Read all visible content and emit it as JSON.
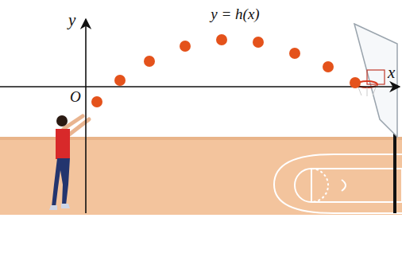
{
  "diagram": {
    "labels": [
      "y = h(x)",
      "y",
      "O",
      "x"
    ]
  }
}
